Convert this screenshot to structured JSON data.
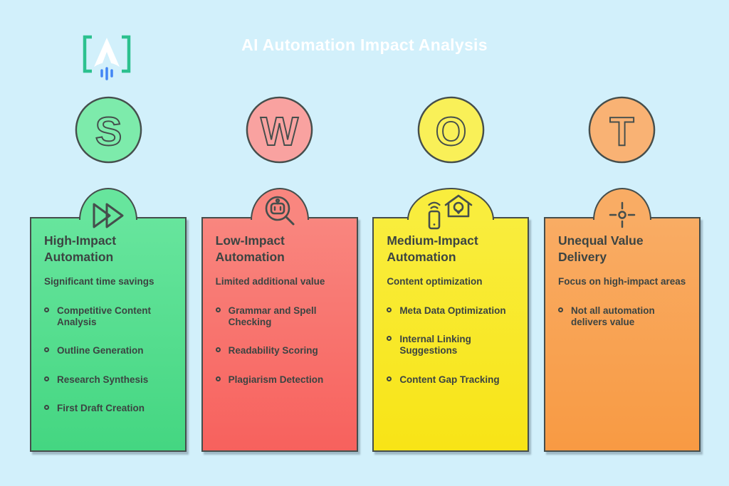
{
  "header": {
    "title": "AI Automation Impact Analysis",
    "logo_icon": "rocket-brackets-logo"
  },
  "colors": {
    "background": "#d2f0fb",
    "outline": "#454e4c",
    "card_text": "#3c4442",
    "title_text": "#ffffff",
    "logo_bracket": "#2cc18f",
    "logo_flame": "#4286f5"
  },
  "columns": [
    {
      "letter": "S",
      "icon": "fast-forward-icon",
      "circle_color": "#7debab",
      "card_gradient_top": "#67e59d",
      "card_gradient_bottom": "#44d681",
      "title": "High-Impact Automation",
      "subtitle": "Significant time savings",
      "items": [
        "Competitive Content Analysis",
        "Outline Generation",
        "Research Synthesis",
        "First Draft Creation"
      ]
    },
    {
      "letter": "W",
      "icon": "robot-search-icon",
      "circle_color": "#f9a2a0",
      "card_gradient_top": "#f9867f",
      "card_gradient_bottom": "#f7615d",
      "title": "Low-Impact Automation",
      "subtitle": "Limited additional value",
      "items": [
        "Grammar and Spell Checking",
        "Readability Scoring",
        "Plagiarism Detection"
      ]
    },
    {
      "letter": "O",
      "icon": "smart-home-icon",
      "circle_color": "#f9f058",
      "card_gradient_top": "#f9ed3d",
      "card_gradient_bottom": "#f8e416",
      "title": "Medium-Impact Automation",
      "subtitle": "Content optimization",
      "items": [
        "Meta Data Optimization",
        "Internal Linking Suggestions",
        "Content Gap Tracking"
      ]
    },
    {
      "letter": "T",
      "icon": "crosshair-target-icon",
      "circle_color": "#f9b274",
      "card_gradient_top": "#f9ac64",
      "card_gradient_bottom": "#f89a43",
      "title": "Unequal Value Delivery",
      "subtitle": "Focus on high-impact areas",
      "items": [
        "Not all automation delivers value"
      ]
    }
  ]
}
